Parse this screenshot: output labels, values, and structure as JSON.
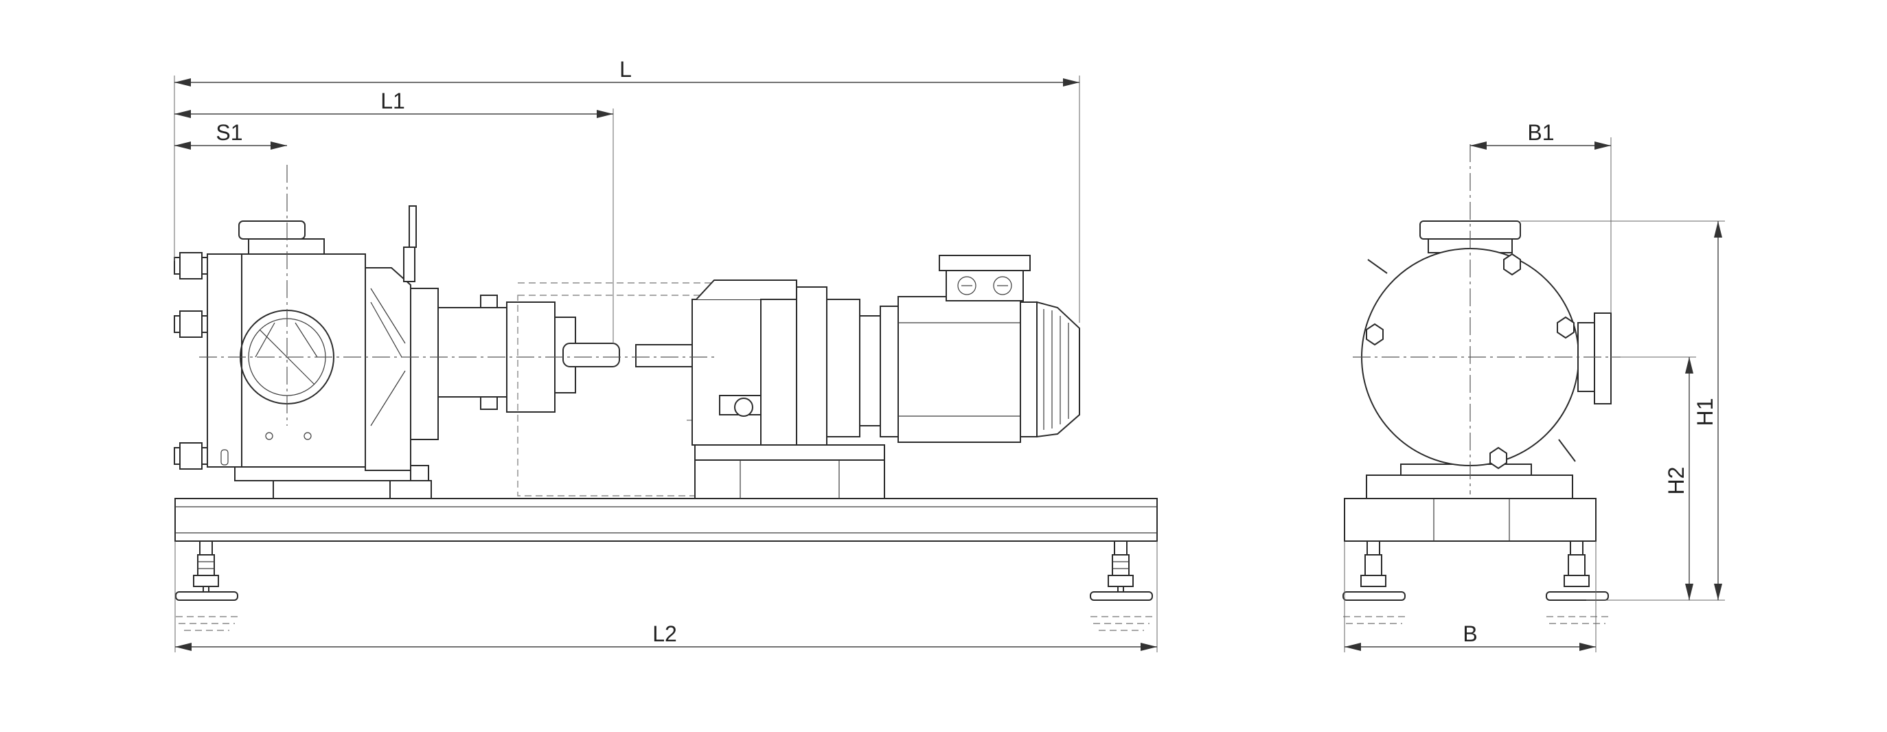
{
  "dimensions": {
    "L": "L",
    "L1": "L1",
    "S1": "S1",
    "L2": "L2",
    "B1": "B1",
    "B": "B",
    "H1": "H1",
    "H2": "H2"
  }
}
